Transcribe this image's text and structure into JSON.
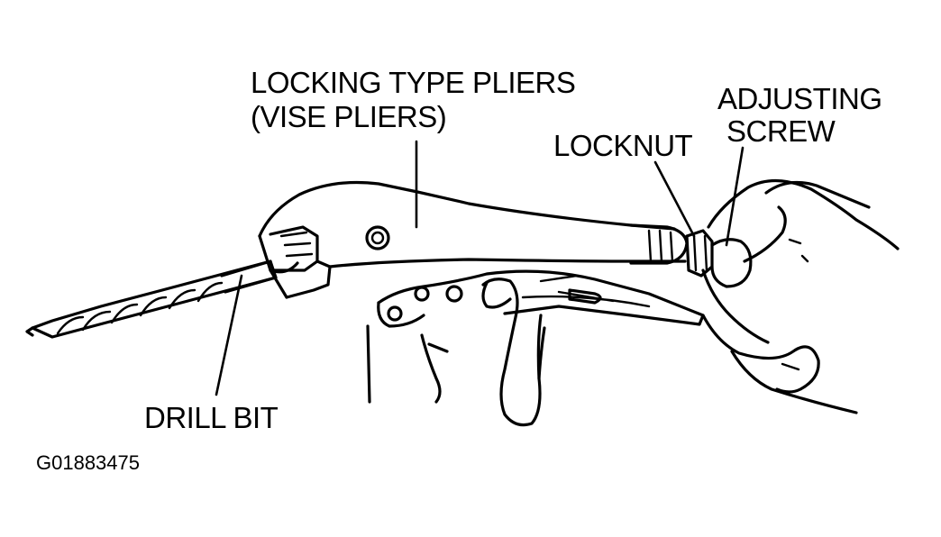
{
  "labels": {
    "pliers_line1": "LOCKING TYPE PLIERS",
    "pliers_line2": "(VISE PLIERS)",
    "adjusting_line1": "ADJUSTING",
    "adjusting_line2": "SCREW",
    "locknut": "LOCKNUT",
    "drill_bit": "DRILL BIT"
  },
  "figure_code": "G01883475",
  "colors": {
    "ink": "#000000",
    "background": "#ffffff"
  }
}
